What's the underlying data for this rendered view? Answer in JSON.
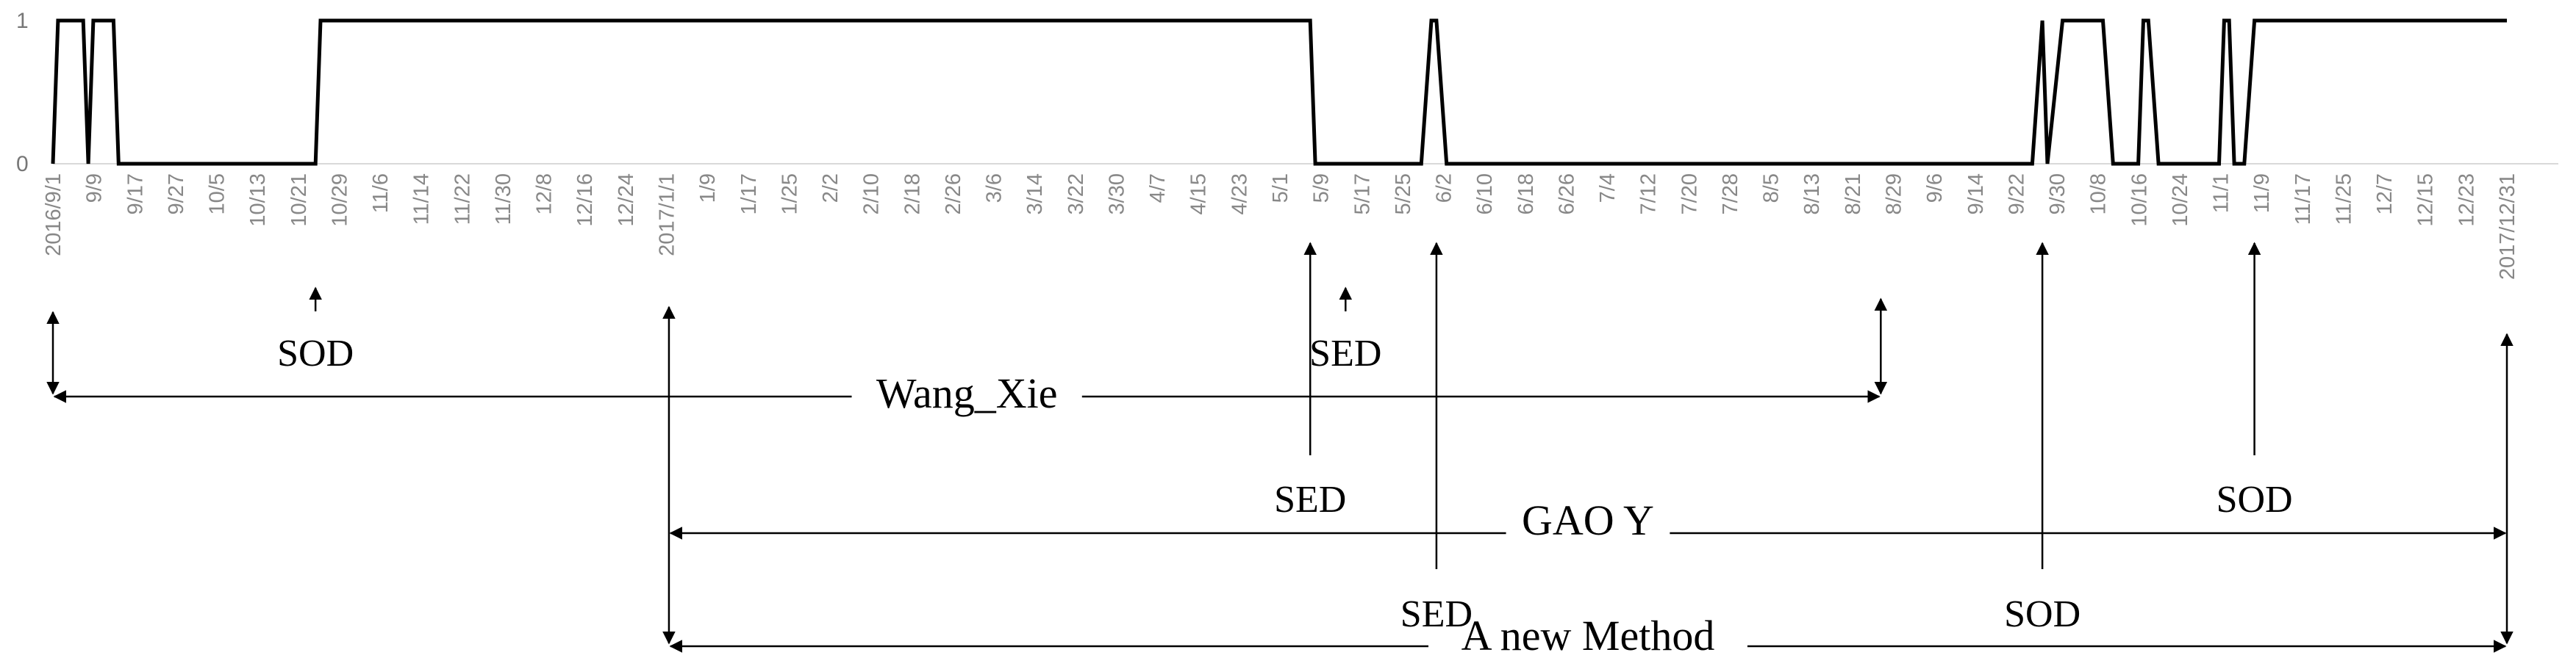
{
  "chart_data": {
    "type": "line",
    "x_start": "2016-09-01",
    "x_end": "2017-12-31",
    "ylim": [
      0,
      1
    ],
    "y_ticks": [
      "0",
      "1"
    ],
    "grid": false,
    "tick_labels": [
      "2016/9/1",
      "9/9",
      "9/17",
      "9/27",
      "10/5",
      "10/13",
      "10/21",
      "10/29",
      "11/6",
      "11/14",
      "11/22",
      "11/30",
      "12/8",
      "12/16",
      "12/24",
      "2017/1/1",
      "1/9",
      "1/17",
      "1/25",
      "2/2",
      "2/10",
      "2/18",
      "2/26",
      "3/6",
      "3/14",
      "3/22",
      "3/30",
      "4/7",
      "4/15",
      "4/23",
      "5/1",
      "5/9",
      "5/17",
      "5/25",
      "6/2",
      "6/10",
      "6/18",
      "6/26",
      "7/4",
      "7/12",
      "7/20",
      "7/28",
      "8/5",
      "8/13",
      "8/21",
      "8/29",
      "9/6",
      "9/14",
      "9/22",
      "9/30",
      "10/8",
      "10/16",
      "10/24",
      "11/1",
      "11/9",
      "11/17",
      "11/25",
      "12/7",
      "12/15",
      "12/23",
      "2017/12/31"
    ],
    "series": [
      {
        "color": "#000000",
        "points": [
          [
            "2016-09-01",
            0
          ],
          [
            "2016-09-02",
            1
          ],
          [
            "2016-09-07",
            1
          ],
          [
            "2016-09-08",
            0
          ],
          [
            "2016-09-09",
            1
          ],
          [
            "2016-09-13",
            1
          ],
          [
            "2016-09-14",
            0
          ],
          [
            "2016-10-23",
            0
          ],
          [
            "2016-10-24",
            1
          ],
          [
            "2017-05-08",
            1
          ],
          [
            "2017-05-09",
            0
          ],
          [
            "2017-05-30",
            0
          ],
          [
            "2017-06-01",
            1
          ],
          [
            "2017-06-02",
            1
          ],
          [
            "2017-06-04",
            0
          ],
          [
            "2017-09-28",
            0
          ],
          [
            "2017-09-30",
            1
          ],
          [
            "2017-10-01",
            0
          ],
          [
            "2017-10-04",
            1
          ],
          [
            "2017-10-12",
            1
          ],
          [
            "2017-10-14",
            0
          ],
          [
            "2017-10-19",
            0
          ],
          [
            "2017-10-20",
            1
          ],
          [
            "2017-10-21",
            1
          ],
          [
            "2017-10-23",
            0
          ],
          [
            "2017-11-04",
            0
          ],
          [
            "2017-11-05",
            1
          ],
          [
            "2017-11-06",
            1
          ],
          [
            "2017-11-07",
            0
          ],
          [
            "2017-11-09",
            0
          ],
          [
            "2017-11-11",
            1
          ],
          [
            "2017-12-31",
            1
          ]
        ]
      }
    ],
    "annotations": [
      {
        "text": "Wang_Xie",
        "type": "range",
        "from": "2016-09-01",
        "to": "2017-08-29",
        "row": 1
      },
      {
        "text": "GAO Y",
        "type": "range",
        "from": "2017-01-01",
        "to": "2017-12-31",
        "row": 2
      },
      {
        "text": "A new Method",
        "type": "range",
        "from": "2017-01-01",
        "to": "2017-12-31",
        "row": 3
      },
      {
        "text": "SOD",
        "type": "pointer",
        "at": "2016-10-23",
        "row": 0
      },
      {
        "text": "SED",
        "type": "pointer",
        "at": "2017-05-15",
        "row": 0
      },
      {
        "text": "SED",
        "type": "pointer",
        "at": "2017-05-08",
        "row": 1
      },
      {
        "text": "SOD",
        "type": "pointer",
        "at": "2017-11-11",
        "row": 1
      },
      {
        "text": "SED",
        "type": "pointer",
        "at": "2017-06-02",
        "row": 2
      },
      {
        "text": "SOD",
        "type": "pointer",
        "at": "2017-09-30",
        "row": 2
      }
    ]
  }
}
